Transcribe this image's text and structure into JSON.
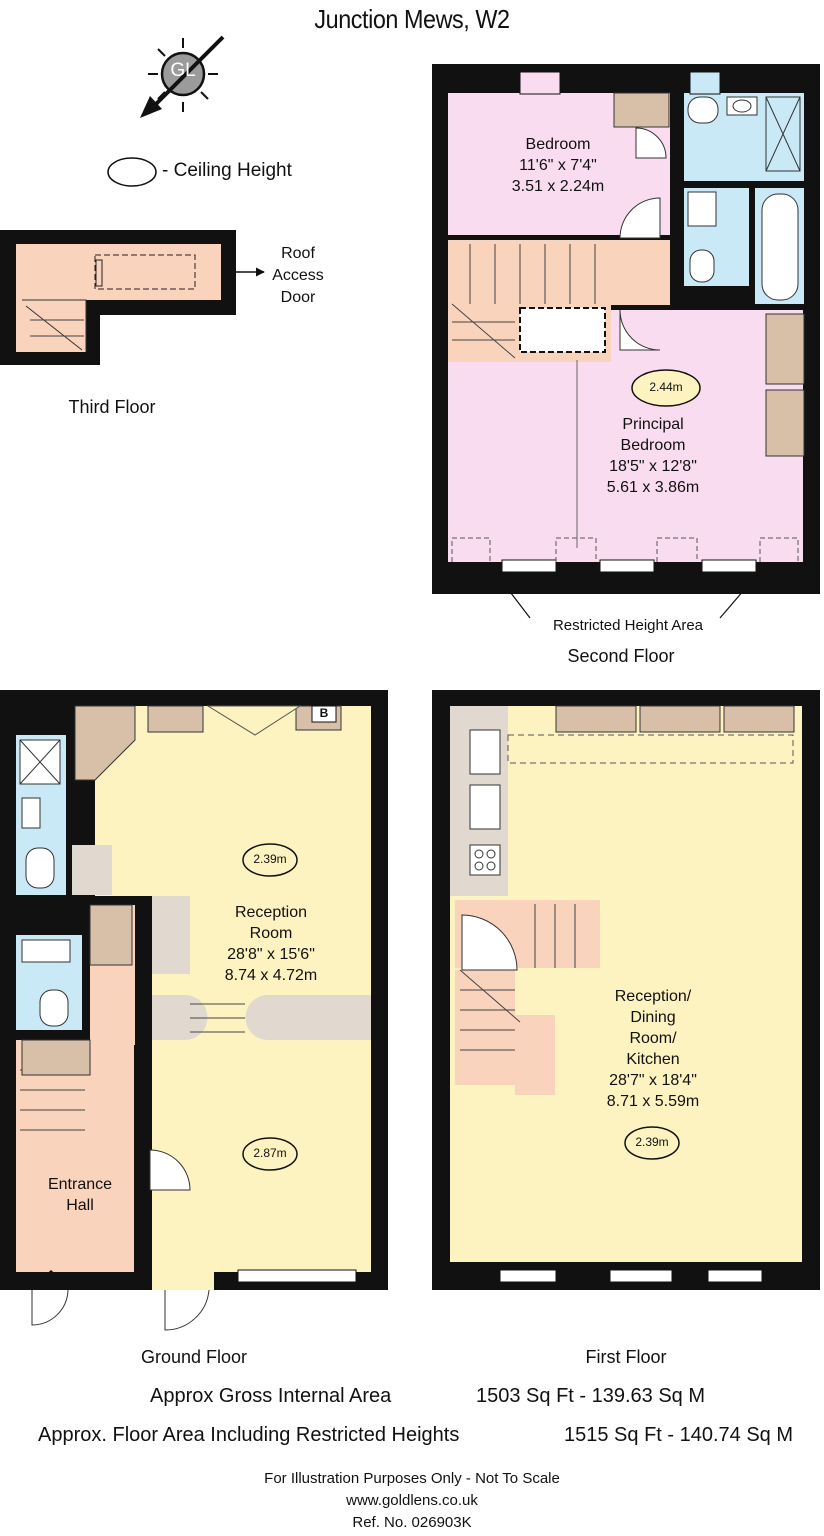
{
  "title": "Junction Mews, W2",
  "compass": {
    "label": "GL",
    "icon": "compass-icon"
  },
  "legend": {
    "label": "- Ceiling Height"
  },
  "third_floor": {
    "name": "Third Floor",
    "roof_access": "Roof\nAccess\nDoor"
  },
  "second_floor": {
    "name": "Second Floor",
    "bedroom": {
      "name": "Bedroom",
      "imperial": "11'6\" x 7'4\"",
      "metric": "3.51 x 2.24m"
    },
    "principal": {
      "name": "Principal\nBedroom",
      "imperial": "18'5\" x 12'8\"",
      "metric": "5.61 x 3.86m",
      "height": "2.44m"
    },
    "restricted_label": "Restricted Height Area"
  },
  "ground_floor": {
    "name": "Ground Floor",
    "reception": {
      "name": "Reception\nRoom",
      "imperial": "28'8\" x 15'6\"",
      "metric": "8.74 x 4.72m",
      "height_upper": "2.39m",
      "height_lower": "2.87m"
    },
    "hall": {
      "name": "Entrance\nHall"
    },
    "boiler": "B"
  },
  "first_floor": {
    "name": "First Floor",
    "reception": {
      "name": "Reception/\nDining\nRoom/\nKitchen",
      "imperial": "28'7\" x 18'4\"",
      "metric": "8.71 x 5.59m",
      "height": "2.39m"
    }
  },
  "areas": {
    "gross_label": "Approx Gross Internal Area",
    "gross_value": "1503 Sq Ft  -  139.63 Sq M",
    "restricted_label": "Approx. Floor Area Including Restricted Heights",
    "restricted_value": "1515 Sq Ft  -  140.74 Sq M"
  },
  "footer": {
    "disclaimer": "For Illustration Purposes Only - Not To Scale",
    "website": "www.goldlens.co.uk",
    "ref": "Ref. No. 026903K"
  },
  "colors": {
    "wall": "#111111",
    "pink_room": "#f9dcf0",
    "peach_room": "#fad3bd",
    "yellow_room": "#fdf3c0",
    "wet_room": "#c9e9f7",
    "cupboard": "#d8bfa8",
    "worktop": "#e1d8cf",
    "ceiling_oval": "#fdf3c0"
  }
}
